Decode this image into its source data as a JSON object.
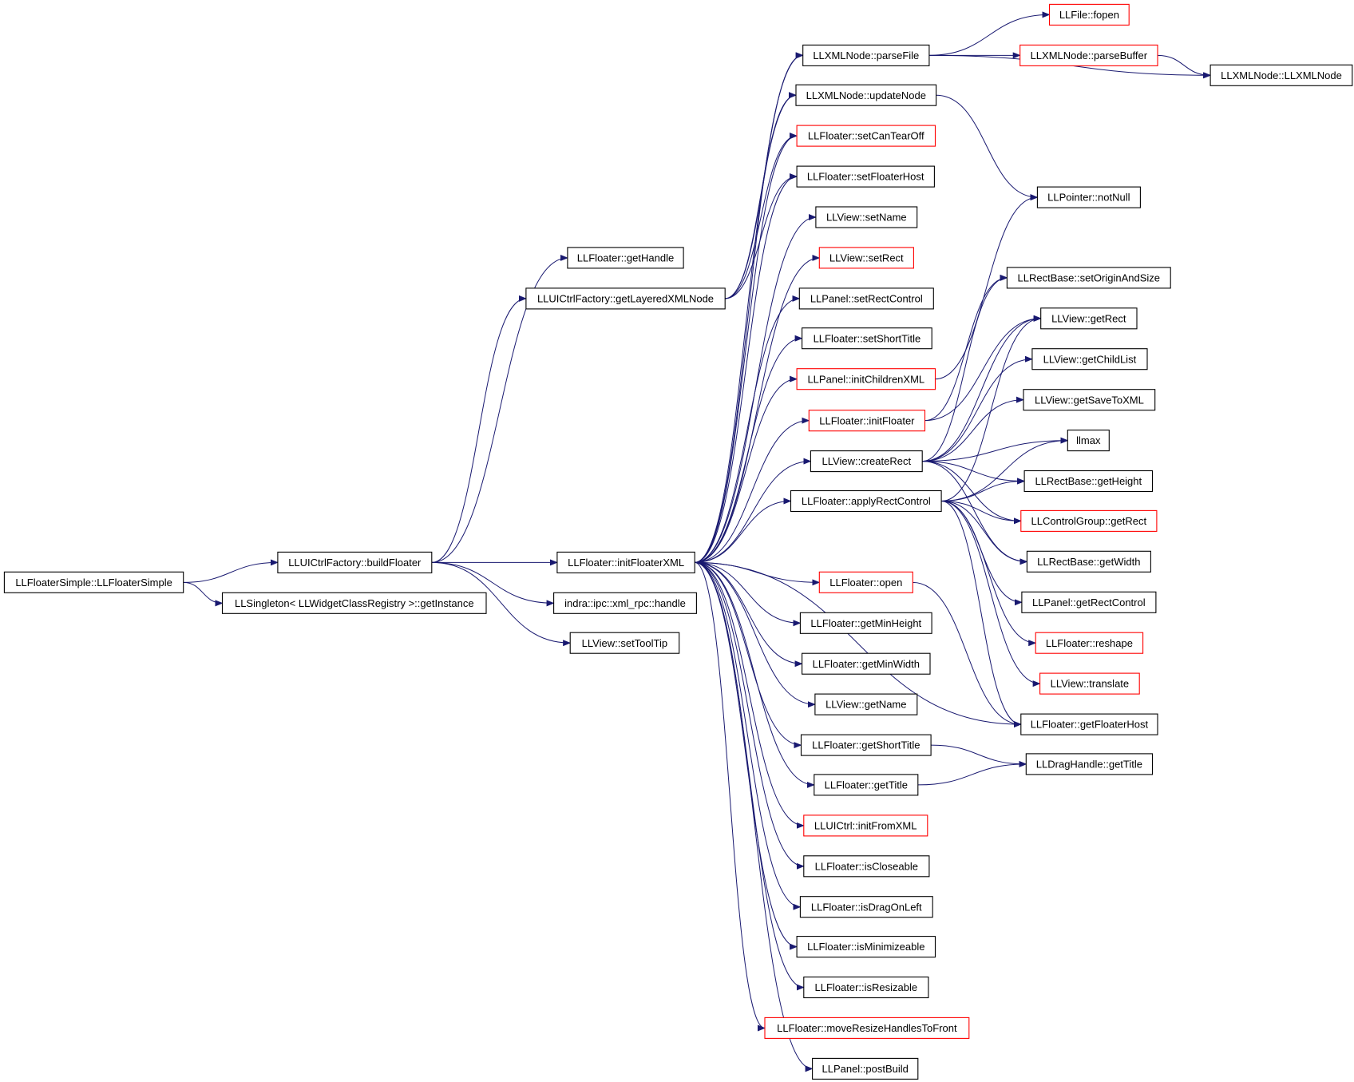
{
  "diagram": {
    "type": "call-graph",
    "colors": {
      "edge": "#191970",
      "arrowhead": "#191970",
      "node_border": "#000000",
      "node_border_incomplete": "#ff0000",
      "root_fill": "#bfbfbf",
      "node_fill": "#ffffff",
      "text": "#000000",
      "background": "#ffffff"
    },
    "nodes": [
      {
        "id": "n0",
        "label": "LLFloaterSimple::LLFloaterSimple",
        "border": "black",
        "root": true
      },
      {
        "id": "n1",
        "label": "LLUICtrlFactory::buildFloater",
        "border": "black"
      },
      {
        "id": "n2",
        "label": "LLSingleton< LLWidgetClassRegistry >::getInstance",
        "border": "black"
      },
      {
        "id": "n3",
        "label": "LLFloater::getHandle",
        "border": "black"
      },
      {
        "id": "n4",
        "label": "LLUICtrlFactory::getLayeredXMLNode",
        "border": "black"
      },
      {
        "id": "n5",
        "label": "LLFloater::initFloaterXML",
        "border": "black"
      },
      {
        "id": "n6",
        "label": "indra::ipc::xml_rpc::handle",
        "border": "black"
      },
      {
        "id": "n7",
        "label": "LLView::setToolTip",
        "border": "black"
      },
      {
        "id": "n8",
        "label": "LLXMLNode::parseFile",
        "border": "black"
      },
      {
        "id": "n9",
        "label": "LLXMLNode::updateNode",
        "border": "black"
      },
      {
        "id": "n10",
        "label": "LLFloater::setCanTearOff",
        "border": "red"
      },
      {
        "id": "n11",
        "label": "LLFloater::setFloaterHost",
        "border": "black"
      },
      {
        "id": "n12",
        "label": "LLView::setName",
        "border": "black"
      },
      {
        "id": "n13",
        "label": "LLView::setRect",
        "border": "red"
      },
      {
        "id": "n14",
        "label": "LLPanel::setRectControl",
        "border": "black"
      },
      {
        "id": "n15",
        "label": "LLFloater::setShortTitle",
        "border": "black"
      },
      {
        "id": "n16",
        "label": "LLPanel::initChildrenXML",
        "border": "red"
      },
      {
        "id": "n17",
        "label": "LLFloater::initFloater",
        "border": "red"
      },
      {
        "id": "n18",
        "label": "LLView::createRect",
        "border": "black"
      },
      {
        "id": "n19",
        "label": "LLFloater::applyRectControl",
        "border": "black"
      },
      {
        "id": "n20",
        "label": "LLFloater::open",
        "border": "red"
      },
      {
        "id": "n21",
        "label": "LLFloater::getMinHeight",
        "border": "black"
      },
      {
        "id": "n22",
        "label": "LLFloater::getMinWidth",
        "border": "black"
      },
      {
        "id": "n23",
        "label": "LLView::getName",
        "border": "black"
      },
      {
        "id": "n24",
        "label": "LLFloater::getShortTitle",
        "border": "black"
      },
      {
        "id": "n25",
        "label": "LLFloater::getTitle",
        "border": "black"
      },
      {
        "id": "n26",
        "label": "LLUICtrl::initFromXML",
        "border": "red"
      },
      {
        "id": "n27",
        "label": "LLFloater::isCloseable",
        "border": "black"
      },
      {
        "id": "n28",
        "label": "LLFloater::isDragOnLeft",
        "border": "black"
      },
      {
        "id": "n29",
        "label": "LLFloater::isMinimizeable",
        "border": "black"
      },
      {
        "id": "n30",
        "label": "LLFloater::isResizable",
        "border": "black"
      },
      {
        "id": "n31",
        "label": "LLFloater::moveResizeHandlesToFront",
        "border": "red"
      },
      {
        "id": "n32",
        "label": "LLPanel::postBuild",
        "border": "black"
      },
      {
        "id": "n33",
        "label": "LLFile::fopen",
        "border": "red"
      },
      {
        "id": "n34",
        "label": "LLXMLNode::parseBuffer",
        "border": "red"
      },
      {
        "id": "n35",
        "label": "LLXMLNode::LLXMLNode",
        "border": "black"
      },
      {
        "id": "n36",
        "label": "LLPointer::notNull",
        "border": "black"
      },
      {
        "id": "n37",
        "label": "LLRectBase::setOriginAndSize",
        "border": "black"
      },
      {
        "id": "n38",
        "label": "LLView::getRect",
        "border": "black"
      },
      {
        "id": "n39",
        "label": "LLView::getChildList",
        "border": "black"
      },
      {
        "id": "n40",
        "label": "LLView::getSaveToXML",
        "border": "black"
      },
      {
        "id": "n41",
        "label": "llmax",
        "border": "black"
      },
      {
        "id": "n42",
        "label": "LLRectBase::getHeight",
        "border": "black"
      },
      {
        "id": "n43",
        "label": "LLControlGroup::getRect",
        "border": "red"
      },
      {
        "id": "n44",
        "label": "LLRectBase::getWidth",
        "border": "black"
      },
      {
        "id": "n45",
        "label": "LLPanel::getRectControl",
        "border": "black"
      },
      {
        "id": "n46",
        "label": "LLFloater::reshape",
        "border": "red"
      },
      {
        "id": "n47",
        "label": "LLView::translate",
        "border": "red"
      },
      {
        "id": "n48",
        "label": "LLFloater::getFloaterHost",
        "border": "black"
      },
      {
        "id": "n49",
        "label": "LLDragHandle::getTitle",
        "border": "black"
      }
    ],
    "edges": [
      [
        "n0",
        "n1"
      ],
      [
        "n0",
        "n2"
      ],
      [
        "n1",
        "n3"
      ],
      [
        "n1",
        "n4"
      ],
      [
        "n1",
        "n5"
      ],
      [
        "n1",
        "n6"
      ],
      [
        "n1",
        "n7"
      ],
      [
        "n4",
        "n8"
      ],
      [
        "n4",
        "n9"
      ],
      [
        "n4",
        "n10"
      ],
      [
        "n4",
        "n11"
      ],
      [
        "n5",
        "n8"
      ],
      [
        "n5",
        "n9"
      ],
      [
        "n5",
        "n10"
      ],
      [
        "n5",
        "n11"
      ],
      [
        "n5",
        "n12"
      ],
      [
        "n5",
        "n13"
      ],
      [
        "n5",
        "n14"
      ],
      [
        "n5",
        "n15"
      ],
      [
        "n5",
        "n16"
      ],
      [
        "n5",
        "n17"
      ],
      [
        "n5",
        "n18"
      ],
      [
        "n5",
        "n19"
      ],
      [
        "n5",
        "n20"
      ],
      [
        "n5",
        "n21"
      ],
      [
        "n5",
        "n22"
      ],
      [
        "n5",
        "n23"
      ],
      [
        "n5",
        "n24"
      ],
      [
        "n5",
        "n25"
      ],
      [
        "n5",
        "n26"
      ],
      [
        "n5",
        "n27"
      ],
      [
        "n5",
        "n28"
      ],
      [
        "n5",
        "n29"
      ],
      [
        "n5",
        "n30"
      ],
      [
        "n5",
        "n31"
      ],
      [
        "n5",
        "n32"
      ],
      [
        "n5",
        "n48"
      ],
      [
        "n8",
        "n33"
      ],
      [
        "n8",
        "n34"
      ],
      [
        "n8",
        "n35"
      ],
      [
        "n34",
        "n35"
      ],
      [
        "n9",
        "n36"
      ],
      [
        "n16",
        "n36"
      ],
      [
        "n17",
        "n38"
      ],
      [
        "n17",
        "n37"
      ],
      [
        "n18",
        "n37"
      ],
      [
        "n18",
        "n38"
      ],
      [
        "n18",
        "n39"
      ],
      [
        "n18",
        "n40"
      ],
      [
        "n18",
        "n41"
      ],
      [
        "n18",
        "n42"
      ],
      [
        "n18",
        "n44"
      ],
      [
        "n18",
        "n43"
      ],
      [
        "n19",
        "n38"
      ],
      [
        "n19",
        "n41"
      ],
      [
        "n19",
        "n42"
      ],
      [
        "n19",
        "n43"
      ],
      [
        "n19",
        "n44"
      ],
      [
        "n19",
        "n45"
      ],
      [
        "n19",
        "n46"
      ],
      [
        "n19",
        "n47"
      ],
      [
        "n19",
        "n48"
      ],
      [
        "n20",
        "n48"
      ],
      [
        "n24",
        "n49"
      ],
      [
        "n25",
        "n49"
      ]
    ]
  }
}
